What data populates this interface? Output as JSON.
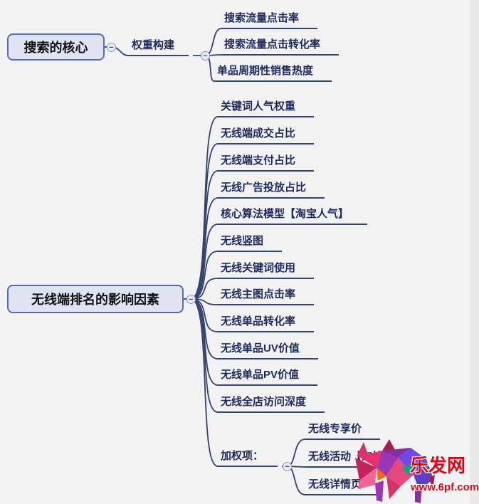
{
  "colors": {
    "background": "#f2f2f3",
    "branch_line": "#35446f",
    "node_fill": "#dfe3f2",
    "node_border": "#5b6cae",
    "leaf_text": "#1e2a5a",
    "watermark_red": "#e60012"
  },
  "ui": {
    "collapse_glyph": "−"
  },
  "tree1": {
    "root": "搜索的核心",
    "branch_label": "权重构建",
    "leaves": [
      "搜索流量点击率",
      "搜索流量点击转化率",
      "单品周期性销售热度"
    ]
  },
  "tree2": {
    "root": "无线端排名的影响因素",
    "leaves": [
      "关键词人气权重",
      "无线端成交占比",
      "无线端支付占比",
      "无线广告投放占比",
      "核心算法模型【淘宝人气】",
      "无线竖图",
      "无线关键词使用",
      "无线主图点击率",
      "无线单品转化率",
      "无线单品UV价值",
      "无线单品PV价值",
      "无线全店访问深度"
    ],
    "weighted": {
      "label": "加权项：",
      "leaves": [
        "无线专享价",
        "无线活动【淘抢购】",
        "无线详情页"
      ]
    }
  },
  "watermark": {
    "site": "乐发网",
    "url": "www.6pf.com"
  }
}
